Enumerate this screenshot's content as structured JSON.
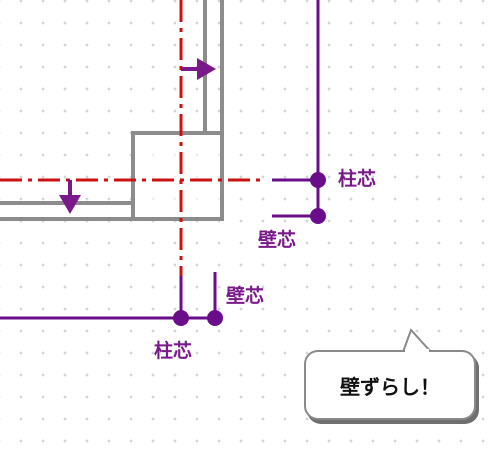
{
  "labels": {
    "column_center_right": "柱芯",
    "wall_center_right": "壁芯",
    "wall_center_bottom": "壁芯",
    "column_center_bottom": "柱芯"
  },
  "callout": {
    "text": "壁ずらし！"
  },
  "colors": {
    "column_center_line": "#cc1111",
    "dimension_purple": "#6a0d8a",
    "wall_gray": "#8c8c8c",
    "label_purple": "#7a1a8a"
  },
  "icons": {
    "wall_shift_right_arrow": "arrow-right-icon",
    "wall_shift_down_arrow": "arrow-down-icon"
  }
}
